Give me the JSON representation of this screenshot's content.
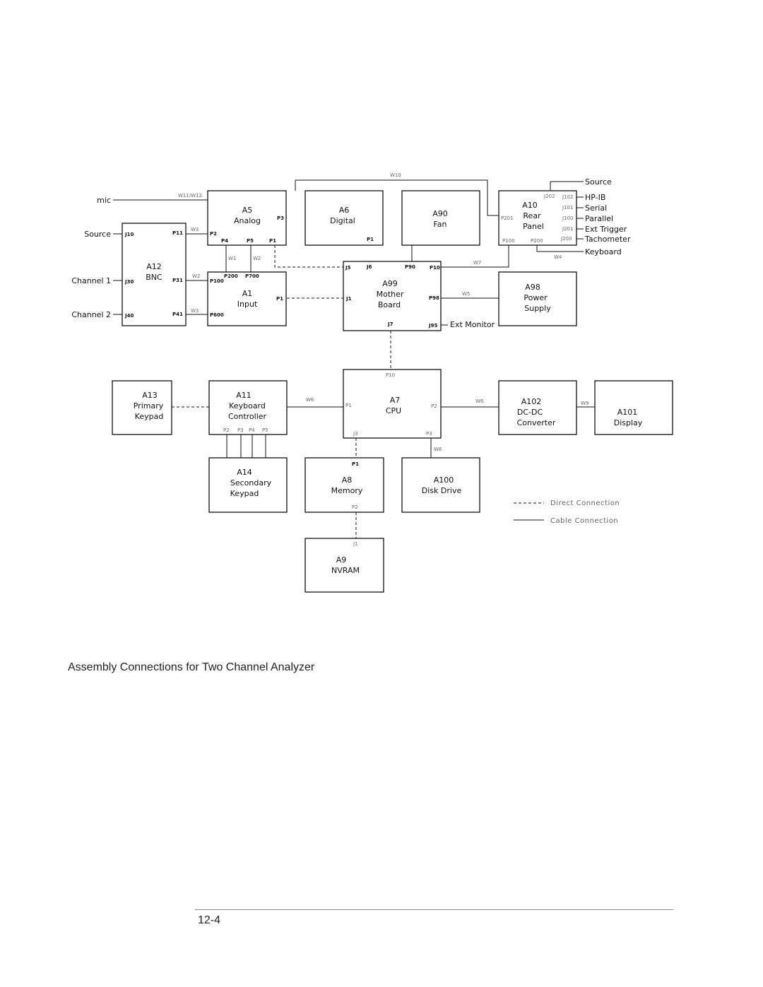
{
  "caption": "Assembly Connections for Two Channel Analyzer",
  "page_number": "12-4",
  "legend": {
    "direct": "Direct Connection",
    "cable": "Cable Connection"
  },
  "boxes": {
    "a5": [
      "A5",
      "Analog"
    ],
    "a6": [
      "A6",
      "Digital"
    ],
    "a90": [
      "A90",
      "Fan"
    ],
    "a10": [
      "A10",
      "Rear",
      "Panel"
    ],
    "a12": [
      "A12",
      "BNC"
    ],
    "a1": [
      "A1",
      "Input"
    ],
    "a99": [
      "A99",
      "Mother",
      "Board"
    ],
    "a98": [
      "A98",
      "Power",
      "Supply"
    ],
    "a13": [
      "A13",
      "Primary",
      "Keypad"
    ],
    "a11": [
      "A11",
      "Keyboard",
      "Controller"
    ],
    "a7": [
      "A7",
      "CPU"
    ],
    "a102": [
      "A102",
      "DC-DC",
      "Converter"
    ],
    "a101": [
      "A101",
      "Display"
    ],
    "a14": [
      "A14",
      "Secondary",
      "Keypad"
    ],
    "a8": [
      "A8",
      "Memory"
    ],
    "a100": [
      "A100",
      "Disk Drive"
    ],
    "a9": [
      "A9",
      "NVRAM"
    ]
  },
  "external": {
    "mic": "mic",
    "source_left": "Source",
    "channel1": "Channel 1",
    "channel2": "Channel 2",
    "source_right": "Source",
    "hpib": "HP-IB",
    "serial": "Serial",
    "parallel": "Parallel",
    "ext_trigger": "Ext Trigger",
    "tachometer": "Tachometer",
    "keyboard": "Keyboard",
    "ext_monitor": "Ext Monitor"
  },
  "wires": {
    "w10": "W10",
    "w11w12": "W11/W12",
    "w3a": "W3",
    "w2": "W2",
    "w3b": "W3",
    "w1": "W1",
    "w2b": "W2",
    "w7": "W7",
    "w5": "W5",
    "w4": "W4",
    "w6a": "W6",
    "w6b": "W6",
    "w9": "W9",
    "w8": "W8"
  },
  "pins": {
    "a5_p3": "P3",
    "a5_p2": "P2",
    "a5_p4": "P4",
    "a5_p5": "P5",
    "a5_p1": "P1",
    "a6_p1": "P1",
    "a10_p201": "P201",
    "a10_p100": "P100",
    "a10_p200": "P200",
    "a10_j202": "J202",
    "a10_j102": "J102",
    "a10_j101": "J101",
    "a10_j100": "J100",
    "a10_j201": "J201",
    "a10_j200": "J200",
    "a12_j10": "J10",
    "a12_p11": "P11",
    "a12_j30": "J30",
    "a12_p31": "P31",
    "a12_j40": "J40",
    "a12_p41": "P41",
    "a1_p200": "P200",
    "a1_p700": "P700",
    "a1_p100": "P100",
    "a1_p1": "P1",
    "a1_p600": "P600",
    "a99_j5": "J5",
    "a99_j6": "J6",
    "a99_p90": "P90",
    "a99_p10": "P10",
    "a99_j1": "J1",
    "a99_p98": "P98",
    "a99_j7": "J7",
    "a99_j95": "J95",
    "a7_p10": "P10",
    "a7_p1": "P1",
    "a7_p2": "P2",
    "a7_j3": "J3",
    "a7_p3": "P3",
    "a11_p2": "P2",
    "a11_p3": "P3",
    "a11_p4": "P4",
    "a11_p5": "P5",
    "a8_p1": "P1",
    "a8_p2": "P2",
    "a9_j1": "J1"
  }
}
